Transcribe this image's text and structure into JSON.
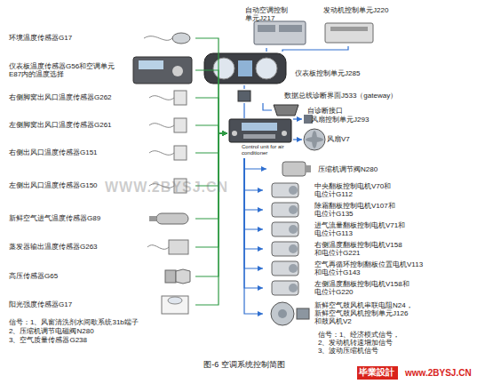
{
  "diagram": {
    "caption": "图-6 空调系统控制简图",
    "nodes": [
      {
        "text": [
          "自动空调控制 单元J217"
        ]
      },
      {
        "text": [
          "发动机控制单元J220"
        ]
      },
      {
        "text": [
          "仪表板控制单元J285"
        ]
      },
      {
        "text": [
          "数据总线诊断界面J533（gateway）"
        ]
      },
      {
        "text": [
          "自诊断接口"
        ]
      },
      {
        "text": [
          "Control unit for air conditioner"
        ]
      },
      {
        "text": [
          "环境温度传感器G17"
        ]
      },
      {
        "text": [
          "仪表板温度传感器G56和空调单元 E87内的温度选择"
        ]
      },
      {
        "text": [
          "右侧脚窝出风口温度传感器G262"
        ]
      },
      {
        "text": [
          "左侧脚窝出风口温度传感器G261"
        ]
      },
      {
        "text": [
          "右侧出风口温度传感器G151"
        ]
      },
      {
        "text": [
          "左侧出风口温度传感器G150"
        ]
      },
      {
        "text": [
          "新鲜空气进气温度传感器G89"
        ]
      },
      {
        "text": [
          "蒸发器输出温度传感器G263"
        ]
      },
      {
        "text": [
          "高压传感器G65"
        ]
      },
      {
        "text": [
          "阳光强度传感器G17"
        ]
      },
      {
        "text": [
          "风扇控制单元J293"
        ]
      },
      {
        "text": [
          "风扇V7"
        ]
      },
      {
        "text": [
          "压缩机调节阀N280"
        ]
      },
      {
        "text": [
          "中央翻板控制电机V70和 电位计G112"
        ]
      },
      {
        "text": [
          "除霜翻板控制电机V107和 电位计G135"
        ]
      },
      {
        "text": [
          "进气流量翻板控制电机V71和 电位计G113"
        ]
      },
      {
        "text": [
          "右侧温度翻板控制电机V158 和电位计G221"
        ]
      },
      {
        "text": [
          "空气再循环控制翻板位置电机V113 和电位计G143"
        ]
      },
      {
        "text": [
          "左侧温度翻板控制电机V158和 电位计G220"
        ]
      },
      {
        "text": [
          "新鲜空气鼓风机串联电阻N24， 新鲜空气鼓风机控制单元J126 和鼓风机V2"
        ]
      }
    ],
    "edges": [
      {
        "from": 0,
        "to": 2,
        "arrow": "none"
      },
      {
        "from": 1,
        "to": 2,
        "arrow": "none"
      },
      {
        "from": 2,
        "to": 3,
        "arrow": "none"
      },
      {
        "from": 3,
        "to": 4,
        "arrow": "none"
      },
      {
        "from": 3,
        "to": 5,
        "arrow": "none"
      },
      {
        "from": 6,
        "to": 5,
        "arrow": "to"
      },
      {
        "from": 7,
        "to": 5,
        "arrow": "to"
      },
      {
        "from": 8,
        "to": 5,
        "arrow": "to"
      },
      {
        "from": 9,
        "to": 5,
        "arrow": "to"
      },
      {
        "from": 10,
        "to": 5,
        "arrow": "to"
      },
      {
        "from": 11,
        "to": 5,
        "arrow": "to"
      },
      {
        "from": 12,
        "to": 5,
        "arrow": "to"
      },
      {
        "from": 13,
        "to": 5,
        "arrow": "to"
      },
      {
        "from": 14,
        "to": 5,
        "arrow": "to"
      },
      {
        "from": 15,
        "to": 5,
        "arrow": "to"
      },
      {
        "from": 5,
        "to": 16,
        "arrow": "to"
      },
      {
        "from": 5,
        "to": 17,
        "arrow": "to"
      },
      {
        "from": 5,
        "to": 18,
        "arrow": "to"
      },
      {
        "from": 5,
        "to": 19,
        "arrow": "to"
      },
      {
        "from": 5,
        "to": 20,
        "arrow": "to"
      },
      {
        "from": 5,
        "to": 21,
        "arrow": "to"
      },
      {
        "from": 5,
        "to": 22,
        "arrow": "to"
      },
      {
        "from": 5,
        "to": 23,
        "arrow": "to"
      },
      {
        "from": 5,
        "to": 24,
        "arrow": "to"
      },
      {
        "from": 5,
        "to": 25,
        "arrow": "to"
      }
    ],
    "labels": [
      "信号：1、风窗清洗剂水间歇系统31b端子",
      "2、压缩机调节电磁阀N280",
      "3、空气质量传感器G238",
      "信号：1、经济模式信号，",
      "2、发动机转速增加信号",
      "3、波动压缩机信号",
      "WWW.2BYSJ.CN",
      "毕業設計",
      "www.2BYSJ.CN"
    ]
  }
}
